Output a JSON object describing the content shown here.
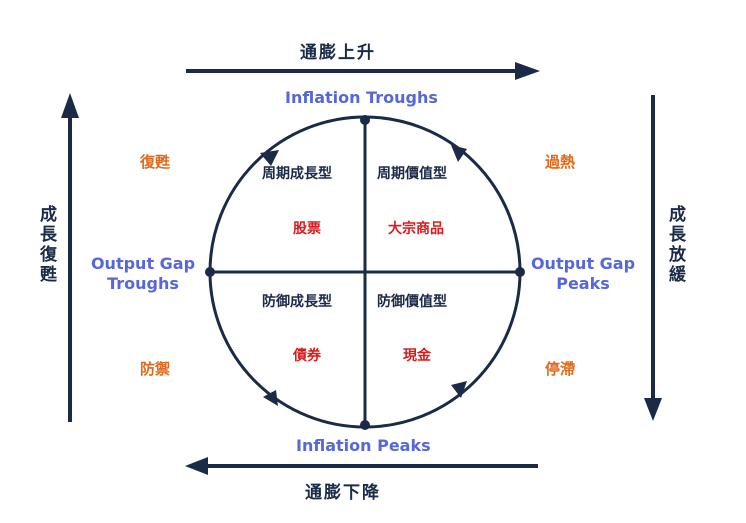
{
  "directions": {
    "top": "通膨上升",
    "bottom": "通膨下降",
    "left": "成長復甦",
    "right": "成長放緩"
  },
  "axis_labels": {
    "top": "Inflation Troughs",
    "bottom": "Inflation Peaks",
    "left": "Output Gap Troughs",
    "right": "Output Gap Peaks"
  },
  "corners": {
    "top_left": "復甦",
    "top_right": "過熱",
    "bottom_left": "防禦",
    "bottom_right": "停滯"
  },
  "quadrants": {
    "top_left": {
      "header": "周期成長型",
      "asset": "股票"
    },
    "top_right": {
      "header": "周期價值型",
      "asset": "大宗商品"
    },
    "bottom_left": {
      "header": "防御成長型",
      "asset": "債券"
    },
    "bottom_right": {
      "header": "防御價值型",
      "asset": "現金"
    }
  },
  "colors": {
    "arrow": "#1b2a47",
    "axis_label": "#5567d9",
    "corner": "#e06a1c",
    "asset": "#d81c1c"
  }
}
